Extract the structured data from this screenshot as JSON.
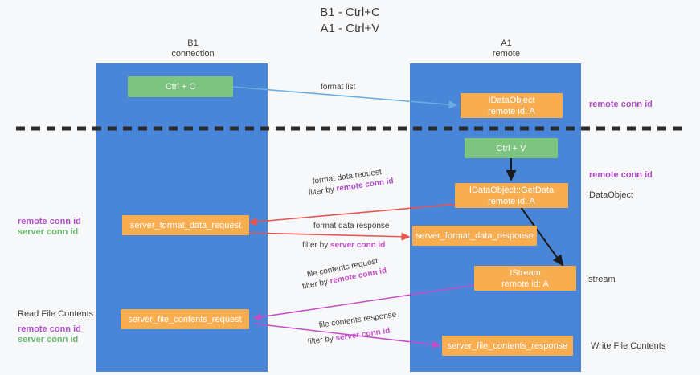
{
  "title": {
    "line1": "B1 - Ctrl+C",
    "line2": "A1 - Ctrl+V"
  },
  "lanes": [
    {
      "id": "b1",
      "name": "B1",
      "role": "connection"
    },
    {
      "id": "a1",
      "name": "A1",
      "role": "remote"
    }
  ],
  "nodes": {
    "ctrl_c": {
      "line1": "Ctrl + C",
      "line2": ""
    },
    "idataobject": {
      "line1": "IDataObject",
      "line2": "remote id: A"
    },
    "ctrl_v": {
      "line1": "Ctrl + V",
      "line2": ""
    },
    "getdata": {
      "line1": "IDataObject::GetData",
      "line2": "remote id: A"
    },
    "server_format_data_request": {
      "line1": "server_format_data_request",
      "line2": ""
    },
    "server_format_data_response": {
      "line1": "server_format_data_response",
      "line2": ""
    },
    "istream": {
      "line1": "IStream",
      "line2": "remote id: A"
    },
    "server_file_contents_request": {
      "line1": "server_file_contents_request",
      "line2": ""
    },
    "server_file_contents_response": {
      "line1": "server_file_contents_response",
      "line2": ""
    }
  },
  "edges": {
    "format_list": {
      "text": "format list"
    },
    "format_data_request": {
      "text": "format data request",
      "filter_prefix": "filter by ",
      "filter_key": "remote conn id"
    },
    "format_data_response": {
      "text": "format data response",
      "filter_prefix": "filter by ",
      "filter_key": "server conn id"
    },
    "file_contents_request": {
      "text": "file contents request",
      "filter_prefix": "filter by ",
      "filter_key": "remote conn id"
    },
    "file_contents_response": {
      "text": "file contents response",
      "filter_prefix": "filter by ",
      "filter_key": "server conn id"
    }
  },
  "annotations": {
    "right_remote_conn_id_top": "remote conn id",
    "right_remote_conn_id_mid": "remote conn id",
    "right_dataobject": "DataObject",
    "right_istream": "Istream",
    "right_write_file_contents": "Write File Contents",
    "left_remote_conn_id": "remote conn id",
    "left_server_conn_id": "server conn id",
    "left_read_file_contents": "Read File Contents",
    "left_remote_conn_id_2": "remote conn id",
    "left_server_conn_id_2": "server conn id"
  },
  "colors": {
    "lane": "#4a86d8",
    "green_node": "#7cc47f",
    "orange_node": "#f9ad51",
    "purple": "#b04ec8",
    "green_text": "#67bb6a",
    "magenta": "#c44ec8",
    "red_arrow": "#e8554e",
    "blue_arrow": "#6aade4",
    "black_arrow": "#1a1a1a",
    "background": "#f7f8fa"
  }
}
